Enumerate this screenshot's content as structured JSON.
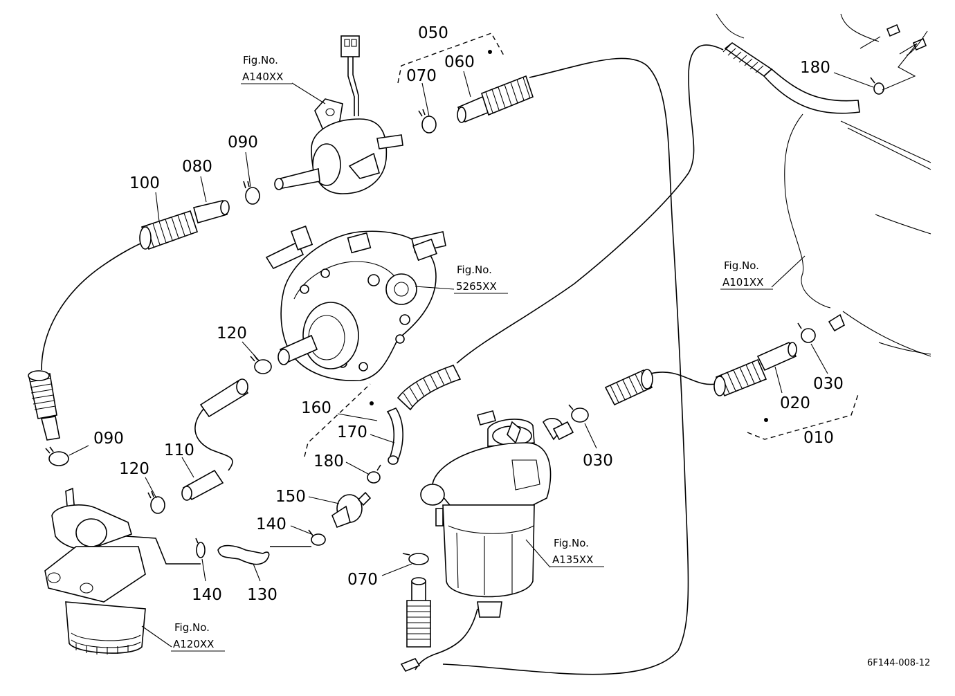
{
  "diagram": {
    "drawing_code": "6F144-008-12",
    "part_labels": [
      {
        "id": "l050",
        "text": "050"
      },
      {
        "id": "l060",
        "text": "060"
      },
      {
        "id": "l070a",
        "text": "070"
      },
      {
        "id": "l090a",
        "text": "090"
      },
      {
        "id": "l080",
        "text": "080"
      },
      {
        "id": "l100",
        "text": "100"
      },
      {
        "id": "l120a",
        "text": "120"
      },
      {
        "id": "l090b",
        "text": "090"
      },
      {
        "id": "l120b",
        "text": "120"
      },
      {
        "id": "l110",
        "text": "110"
      },
      {
        "id": "l160",
        "text": "160"
      },
      {
        "id": "l170",
        "text": "170"
      },
      {
        "id": "l180a",
        "text": "180"
      },
      {
        "id": "l150",
        "text": "150"
      },
      {
        "id": "l140a",
        "text": "140"
      },
      {
        "id": "l140b",
        "text": "140"
      },
      {
        "id": "l130",
        "text": "130"
      },
      {
        "id": "l070b",
        "text": "070"
      },
      {
        "id": "l030a",
        "text": "030"
      },
      {
        "id": "l020",
        "text": "020"
      },
      {
        "id": "l030b",
        "text": "030"
      },
      {
        "id": "l010",
        "text": "010"
      },
      {
        "id": "l180b",
        "text": "180"
      }
    ],
    "figure_refs": [
      {
        "id": "fA140",
        "caption": "Fig.No.",
        "code": "A140XX"
      },
      {
        "id": "f5265",
        "caption": "Fig.No.",
        "code": "5265XX"
      },
      {
        "id": "fA101",
        "caption": "Fig.No.",
        "code": "A101XX"
      },
      {
        "id": "fA135",
        "caption": "Fig.No.",
        "code": "A135XX"
      },
      {
        "id": "fA120",
        "caption": "Fig.No.",
        "code": "A120XX"
      }
    ]
  }
}
